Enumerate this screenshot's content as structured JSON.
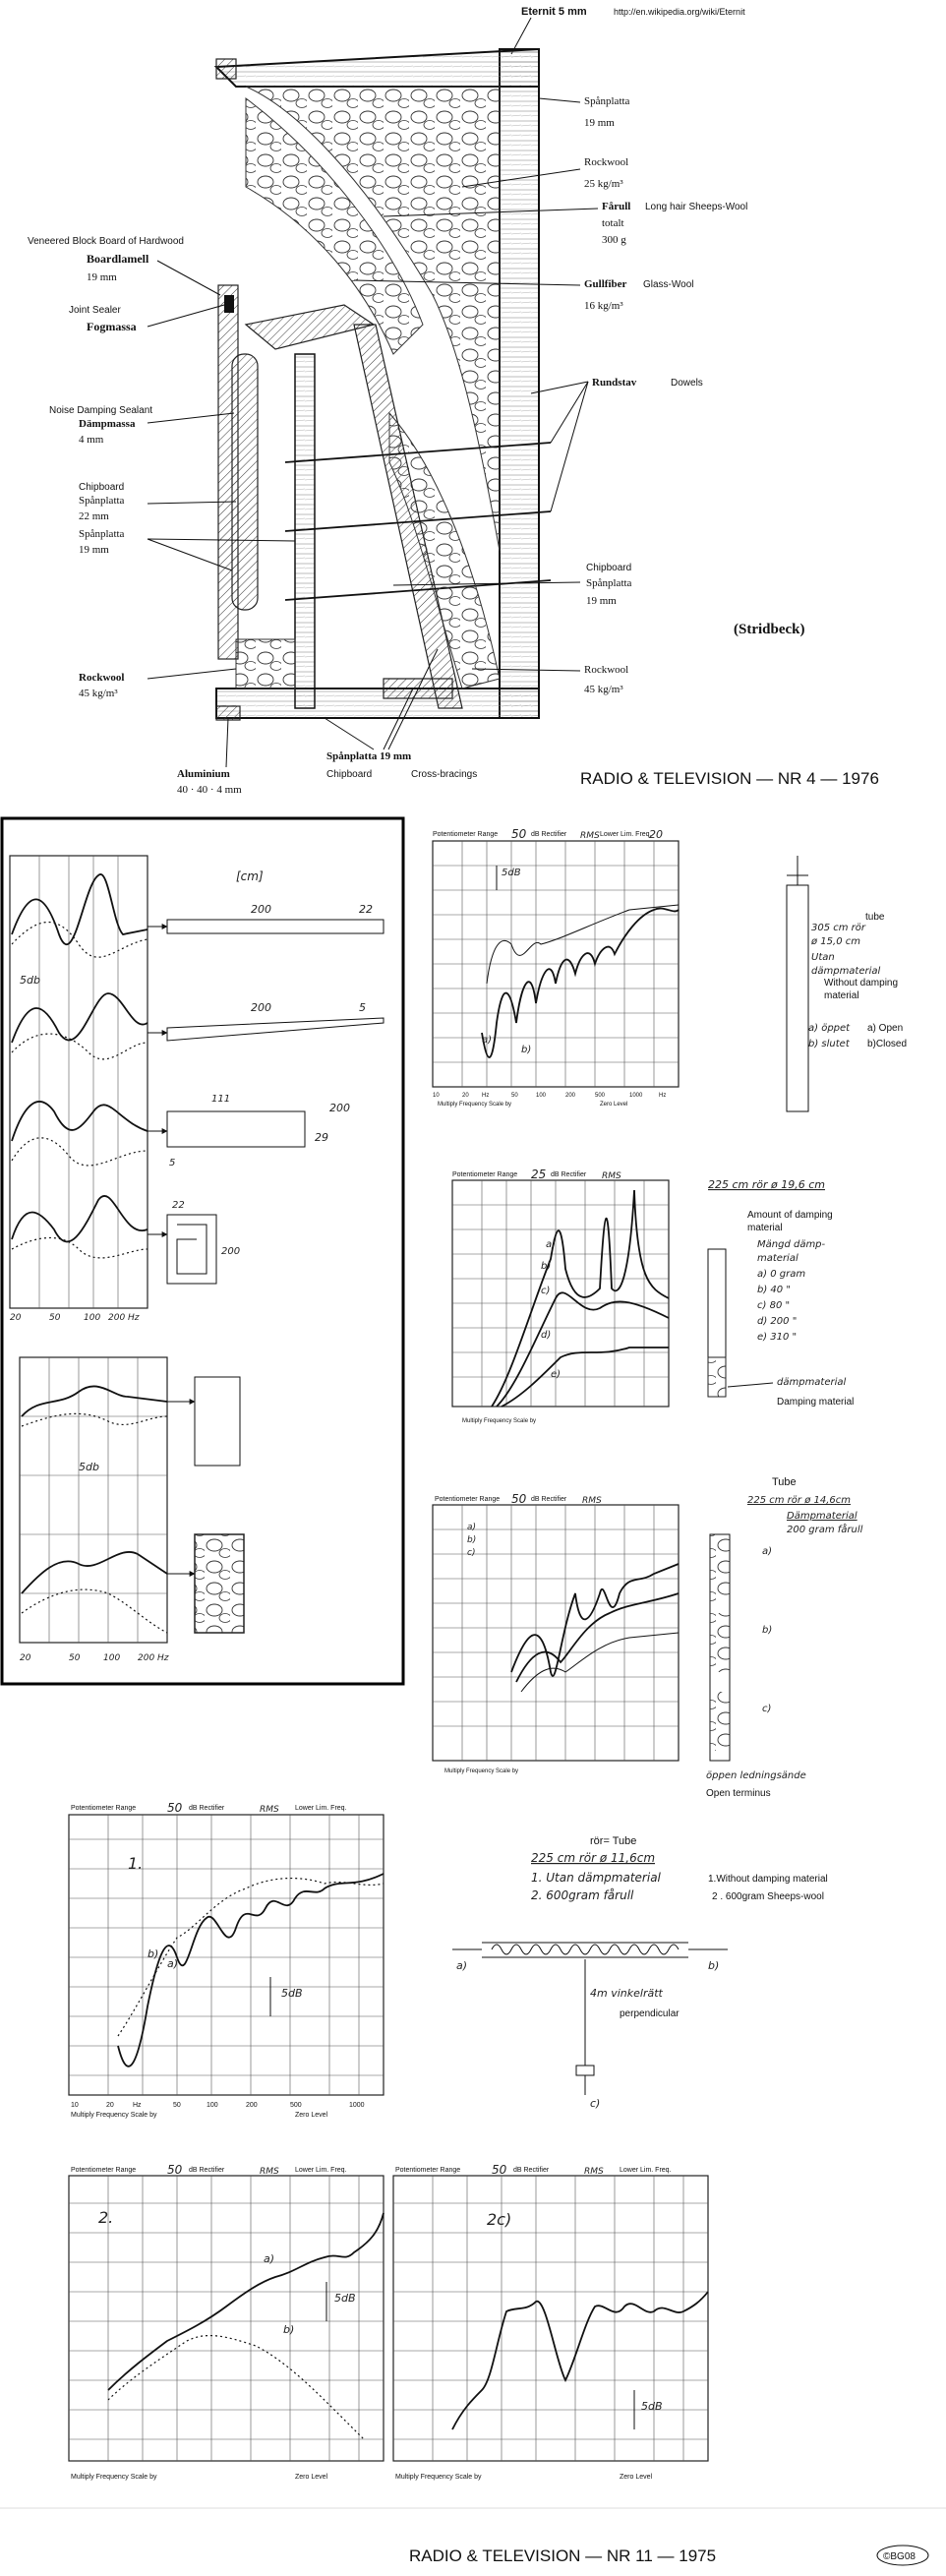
{
  "top_header": {
    "eternit": "Eternit 5 mm",
    "url": "http://en.wikipedia.org/wiki/Eternit"
  },
  "cabinet_labels": {
    "spanplatta_19": [
      "Spånplatta",
      "19 mm"
    ],
    "rockwool_25": [
      "Rockwool",
      "25 kg/m³"
    ],
    "farull": [
      "Fårull",
      "totalt",
      "300 g"
    ],
    "farull_en": "Long hair Sheeps-Wool",
    "gullfiber": [
      "Gullfiber",
      "16 kg/m³"
    ],
    "gullfiber_en": "Glass-Wool",
    "rundstav": "Rundstav",
    "rundstav_en": "Dowels",
    "veneered_en": "Veneered Block Board of Hardwood",
    "boardlamell": [
      "Boardlamell",
      "19 mm"
    ],
    "joint_en": "Joint Sealer",
    "fogmassa": "Fogmassa",
    "noise_en": "Noise Damping Sealant",
    "dampmassa": [
      "Dämpmassa",
      "4 mm"
    ],
    "chipboard_en": "Chipboard",
    "spanplatta_22": [
      "Spånplatta",
      "22 mm"
    ],
    "spanplatta_19b": [
      "Spånplatta",
      "19 mm"
    ],
    "chipboard_right": [
      "Chipboard",
      "Spånplatta",
      "19 mm"
    ],
    "stridbeck": "(Stridbeck)",
    "rockwool_left": [
      "Rockwool",
      "45 kg/m³"
    ],
    "rockwool_right": [
      "Rockwool",
      "45 kg/m³"
    ],
    "aluminium": [
      "Aluminium",
      "40 · 40 · 4 mm"
    ],
    "bottom_sp": "Spånplatta 19 mm",
    "bottom_chip": "Chipboard",
    "cross": "Cross-bracings"
  },
  "source_1976": "RADIO & TELEVISION  — NR 4  — 1976",
  "boxed_panel": {
    "unit": "[cm]",
    "pipe1": [
      "200",
      "22"
    ],
    "pipe2": [
      "200",
      "5"
    ],
    "pipe3": [
      "111",
      "200",
      "29",
      "5"
    ],
    "pipe4": [
      "22",
      "200"
    ],
    "sdb_a": "5db",
    "sdb_b": "5db",
    "xaxis_a": [
      "20",
      "50",
      "100",
      "200 Hz"
    ],
    "xaxis_b": [
      "20",
      "50",
      "100",
      "200 Hz"
    ]
  },
  "chart_header": {
    "range": "Potentiometer Range",
    "db": "dB Rectifier",
    "rms": "RMS",
    "lower": "Lower Lim. Freq.",
    "multiply": "Multiply Frequency Scale by",
    "zero": "Zero Level"
  },
  "chart1": {
    "range_val": "50",
    "freq_val": "20",
    "sdb": "5dB",
    "labels": [
      "a)",
      "b)"
    ],
    "ticks": [
      "10",
      "20",
      "Hz",
      "50",
      "100",
      "200",
      "500",
      "1000",
      "Hz"
    ],
    "tube_note": "tube",
    "hand_note": [
      "305 cm rör",
      "ø 15,0 cm",
      "Utan",
      "dämpmaterial"
    ],
    "without": [
      "Without damping",
      "material"
    ],
    "open_closed": [
      "a) öppet",
      "b) slutet"
    ],
    "open_closed_en": [
      "a) Open",
      "b)Closed"
    ]
  },
  "chart2": {
    "range_val": "25",
    "heading": "225 cm rör ø 19,6 cm",
    "amount": [
      "Amount of damping",
      "material"
    ],
    "hand_title": [
      "Mängd dämp-",
      "material"
    ],
    "amounts": [
      "a)  0  gram",
      "b)  40   \"",
      "c)  80   \"",
      "d)  200  \"",
      "e)  310  \""
    ],
    "dampmaterial": "dämpmaterial",
    "damping_en": "Damping material",
    "curve_labels": [
      "a)",
      "b)",
      "c)",
      "d)",
      "e)"
    ]
  },
  "chart3": {
    "range_val": "50",
    "tube": "Tube",
    "heading": [
      "225 cm rör ø 14,6cm",
      "Dämpmaterial",
      "200 gram fårull"
    ],
    "markers": [
      "a)",
      "b)",
      "c)"
    ],
    "legend": [
      "a)",
      "b)",
      "c)"
    ],
    "open_sv": "öppen ledningsände",
    "open_en": "Open terminus"
  },
  "chart4": {
    "range_val": "50",
    "num": "1.",
    "sdb": "5dB",
    "labels": [
      "a)",
      "b)"
    ],
    "ticks": [
      "10",
      "20",
      "Hz",
      "50",
      "100",
      "200",
      "500",
      "1000"
    ]
  },
  "tube_diagram": {
    "tube_en": "rör= Tube",
    "heading": "225 cm rör ø 11,6cm",
    "line1": "1.  Utan dämpmaterial",
    "line2": "2.  600gram fårull",
    "en1": "1.Without damping material",
    "en2": "2 . 600gram Sheeps-wool",
    "vinkel": "4m vinkelrätt",
    "perp": "perpendicular",
    "a": "a)",
    "b": "b)",
    "c": "c)"
  },
  "chart5": {
    "range_val": "50",
    "num": "2.",
    "sdb": "5dB",
    "labels": [
      "a)",
      "b)"
    ]
  },
  "chart6": {
    "range_val": "50",
    "num": "2c)",
    "sdb": "5dB"
  },
  "source_1975": "RADIO & TELEVISION  — NR 11  — 1975",
  "badge": "©BG08"
}
